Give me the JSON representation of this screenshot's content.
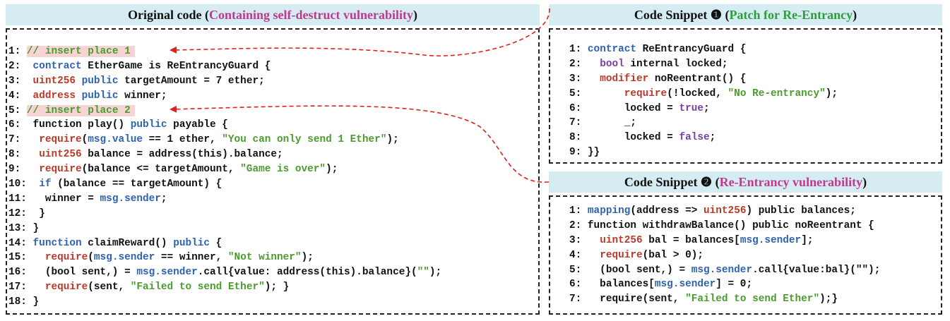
{
  "header_original": {
    "prefix": "Original code (",
    "accent": "Containing self-destruct vulnerability",
    "suffix": ")"
  },
  "header_snippet1": {
    "prefix": "Code Snippet ❶ (",
    "accent": "Patch for Re-Entrancy",
    "suffix": ")"
  },
  "header_snippet2": {
    "prefix": "Code Snippet ❷ (",
    "accent": "Re-Entrancy vulnerability",
    "suffix": ")"
  },
  "colors": {
    "header_bg": "#d6ecf3",
    "accent_pink": "#c0398c",
    "accent_green": "#2e9e3a",
    "insert_highlight": "#f6d4d4",
    "arrow_red": "#e02020"
  },
  "original_lines": [
    [
      {
        "t": "1: "
      },
      {
        "t": "// insert place 1",
        "c": "k-green",
        "hl": true
      }
    ],
    [
      {
        "t": "2:  "
      },
      {
        "t": "contract",
        "c": "k-blue"
      },
      {
        "t": " EtherGame is ReEntrancyGuard {"
      }
    ],
    [
      {
        "t": "3:  "
      },
      {
        "t": "uint256",
        "c": "k-red"
      },
      {
        "t": " "
      },
      {
        "t": "public",
        "c": "k-blue"
      },
      {
        "t": " targetAmount = 7 ether;"
      }
    ],
    [
      {
        "t": "4:  "
      },
      {
        "t": "address",
        "c": "k-red"
      },
      {
        "t": " "
      },
      {
        "t": "public",
        "c": "k-blue"
      },
      {
        "t": " winner;"
      }
    ],
    [
      {
        "t": "5: "
      },
      {
        "t": "// insert place 2",
        "c": "k-green",
        "hl": true
      }
    ],
    [
      {
        "t": "6:  function play() "
      },
      {
        "t": "public",
        "c": "k-blue"
      },
      {
        "t": " payable {"
      }
    ],
    [
      {
        "t": "7:   "
      },
      {
        "t": "require",
        "c": "k-red"
      },
      {
        "t": "("
      },
      {
        "t": "msg.value",
        "c": "k-blue"
      },
      {
        "t": " == 1 ether, "
      },
      {
        "t": "\"You can only send 1 Ether\"",
        "c": "k-green"
      },
      {
        "t": ");"
      }
    ],
    [
      {
        "t": "8:   "
      },
      {
        "t": "uint256",
        "c": "k-red"
      },
      {
        "t": " balance = address(this).balance;"
      }
    ],
    [
      {
        "t": "9:   "
      },
      {
        "t": "require",
        "c": "k-red"
      },
      {
        "t": "(balance <= targetAmount, "
      },
      {
        "t": "\"Game is over\"",
        "c": "k-green"
      },
      {
        "t": ");"
      }
    ],
    [
      {
        "t": "10:  "
      },
      {
        "t": "if",
        "c": "k-blue"
      },
      {
        "t": " (balance == targetAmount) {"
      }
    ],
    [
      {
        "t": "11:   winner = "
      },
      {
        "t": "msg.sender",
        "c": "k-blue"
      },
      {
        "t": ";"
      }
    ],
    [
      {
        "t": "12:  }"
      }
    ],
    [
      {
        "t": "13: }"
      }
    ],
    [
      {
        "t": "14: "
      },
      {
        "t": "function",
        "c": "k-blue"
      },
      {
        "t": " claimReward() "
      },
      {
        "t": "public",
        "c": "k-blue"
      },
      {
        "t": " {"
      }
    ],
    [
      {
        "t": "15:   "
      },
      {
        "t": "require",
        "c": "k-red"
      },
      {
        "t": "("
      },
      {
        "t": "msg.sender",
        "c": "k-blue"
      },
      {
        "t": " == winner, "
      },
      {
        "t": "\"Not winner\"",
        "c": "k-green"
      },
      {
        "t": ");"
      }
    ],
    [
      {
        "t": "16:   (bool sent,) = "
      },
      {
        "t": "msg.sender",
        "c": "k-blue"
      },
      {
        "t": ".call{value: address(this).balance}("
      },
      {
        "t": "\"\"",
        "c": "k-green"
      },
      {
        "t": ");"
      }
    ],
    [
      {
        "t": "17:   "
      },
      {
        "t": "require",
        "c": "k-red"
      },
      {
        "t": "(sent, "
      },
      {
        "t": "\"Failed to send Ether\"",
        "c": "k-green"
      },
      {
        "t": "); }"
      }
    ],
    [
      {
        "t": "18: }"
      }
    ]
  ],
  "snippet1_lines": [
    [
      {
        "t": "1: "
      },
      {
        "t": "contract",
        "c": "k-blue"
      },
      {
        "t": " ReEntrancyGuard {"
      }
    ],
    [
      {
        "t": "2:   "
      },
      {
        "t": "bool",
        "c": "k-purple"
      },
      {
        "t": " internal locked;"
      }
    ],
    [
      {
        "t": "3:   "
      },
      {
        "t": "modifier",
        "c": "k-red"
      },
      {
        "t": " noReentrant() {"
      }
    ],
    [
      {
        "t": "5:       "
      },
      {
        "t": "require",
        "c": "k-red"
      },
      {
        "t": "(!locked, "
      },
      {
        "t": "\"No Re-entrancy\"",
        "c": "k-green"
      },
      {
        "t": ");"
      }
    ],
    [
      {
        "t": "6:       locked = "
      },
      {
        "t": "true",
        "c": "k-purple"
      },
      {
        "t": ";"
      }
    ],
    [
      {
        "t": "7:       _;"
      }
    ],
    [
      {
        "t": "8:       locked = "
      },
      {
        "t": "false",
        "c": "k-purple"
      },
      {
        "t": ";"
      }
    ],
    [
      {
        "t": "9: }}"
      }
    ]
  ],
  "snippet2_lines": [
    [
      {
        "t": "1: "
      },
      {
        "t": "mapping",
        "c": "k-blue"
      },
      {
        "t": "(address => "
      },
      {
        "t": "uint256",
        "c": "k-red"
      },
      {
        "t": ") public balances;"
      }
    ],
    [
      {
        "t": "2: function withdrawBalance() public noReentrant {"
      }
    ],
    [
      {
        "t": "3:   "
      },
      {
        "t": "uint256",
        "c": "k-red"
      },
      {
        "t": " bal = balances["
      },
      {
        "t": "msg.sender",
        "c": "k-blue"
      },
      {
        "t": "];"
      }
    ],
    [
      {
        "t": "4:   "
      },
      {
        "t": "require",
        "c": "k-red"
      },
      {
        "t": "(bal > 0);"
      }
    ],
    [
      {
        "t": "5:   (bool sent,) = "
      },
      {
        "t": "msg.sender",
        "c": "k-blue"
      },
      {
        "t": ".call{value:bal}(\"\");"
      }
    ],
    [
      {
        "t": "6:   balances["
      },
      {
        "t": "msg.sender",
        "c": "k-blue"
      },
      {
        "t": "] = 0;"
      }
    ],
    [
      {
        "t": "7:   require(sent, "
      },
      {
        "t": "\"Failed to send Ether\"",
        "c": "k-green"
      },
      {
        "t": ");}"
      }
    ]
  ]
}
